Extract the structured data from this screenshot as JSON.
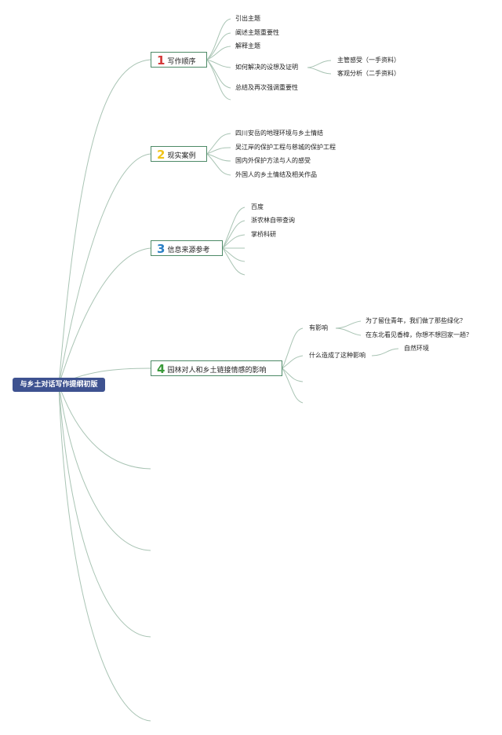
{
  "root": "与乡土对话写作提纲初版",
  "branches": [
    {
      "num": "1",
      "label": "写作顺序",
      "color": "#d43a3a",
      "children": [
        "引出主题",
        "阐述主题重要性",
        "解释主题",
        "如何解决的设想及证明",
        "总结及再次强调重要性"
      ],
      "sub": [
        "主管感受（一手资料）",
        "客观分析（二手资料）"
      ]
    },
    {
      "num": "2",
      "label": "现实案例",
      "color": "#f0c419",
      "children": [
        "四川安岳的地理环境与乡土情结",
        "吴江岸的保护工程与慈城的保护工程",
        "国内外保护方法与人的感受",
        "外国人的乡土情结及相关作品"
      ]
    },
    {
      "num": "3",
      "label": "信息来源参考",
      "color": "#2a7fc4",
      "children": [
        "百度",
        "浙农林自带查询",
        "掌桥科研"
      ]
    },
    {
      "num": "4",
      "label": "园林对人和乡土链接情感的影响",
      "color": "#3a9a3a",
      "children": [
        "有影响",
        "什么造成了这种影响"
      ],
      "sub1": [
        "为了留住青年，我们做了那些绿化？",
        "在东北看见香樟，你想不想回家一趟？"
      ],
      "sub2": [
        "自然环境"
      ]
    }
  ]
}
